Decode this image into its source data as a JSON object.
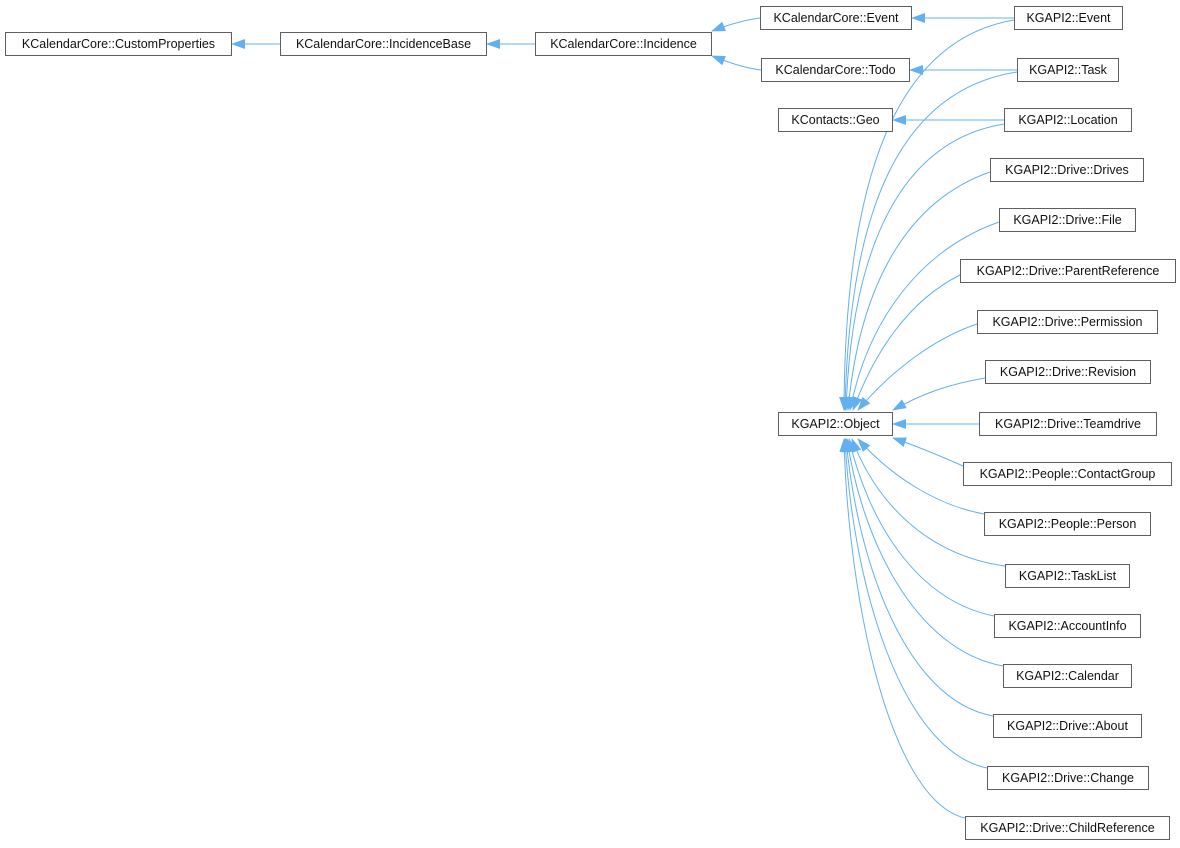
{
  "diagram": {
    "edge_color": "#63b0f0",
    "nodes": {
      "custom_properties": "KCalendarCore::CustomProperties",
      "incidence_base": "KCalendarCore::IncidenceBase",
      "incidence": "KCalendarCore::Incidence",
      "kc_event": "KCalendarCore::Event",
      "kc_todo": "KCalendarCore::Todo",
      "geo": "KContacts::Geo",
      "object": "KGAPI2::Object",
      "event": "KGAPI2::Event",
      "task": "KGAPI2::Task",
      "location": "KGAPI2::Location",
      "drives": "KGAPI2::Drive::Drives",
      "file": "KGAPI2::Drive::File",
      "parent_reference": "KGAPI2::Drive::ParentReference",
      "permission": "KGAPI2::Drive::Permission",
      "revision": "KGAPI2::Drive::Revision",
      "teamdrive": "KGAPI2::Drive::Teamdrive",
      "contact_group": "KGAPI2::People::ContactGroup",
      "person": "KGAPI2::People::Person",
      "task_list": "KGAPI2::TaskList",
      "account_info": "KGAPI2::AccountInfo",
      "calendar": "KGAPI2::Calendar",
      "about": "KGAPI2::Drive::About",
      "change": "KGAPI2::Drive::Change",
      "child_reference": "KGAPI2::Drive::ChildReference"
    }
  }
}
